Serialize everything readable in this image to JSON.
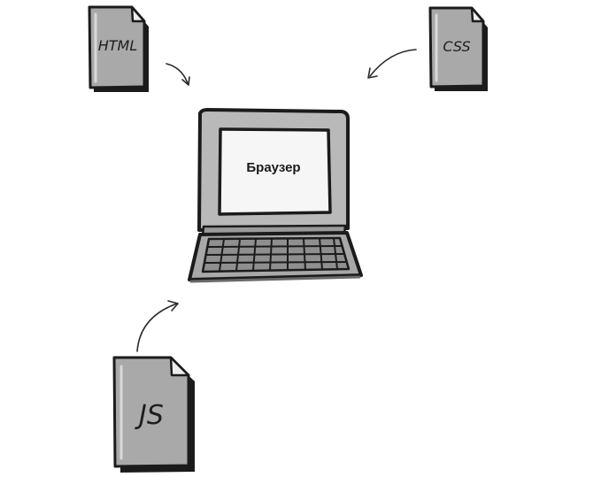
{
  "nodes": {
    "browser": {
      "label": "Браузер"
    },
    "html": {
      "label": "HTML"
    },
    "css": {
      "label": "CSS"
    },
    "js": {
      "label": "JS"
    }
  },
  "colors": {
    "ink": "#1b1b1b",
    "paper": "#a9a9a9",
    "paper_fold": "#ededed",
    "laptop_body": "#b9b9b9",
    "screen": "#f6f6f6",
    "keyboard": "#8f8f8f"
  },
  "edges": [
    {
      "from": "html",
      "to": "browser"
    },
    {
      "from": "css",
      "to": "browser"
    },
    {
      "from": "js",
      "to": "browser"
    }
  ]
}
